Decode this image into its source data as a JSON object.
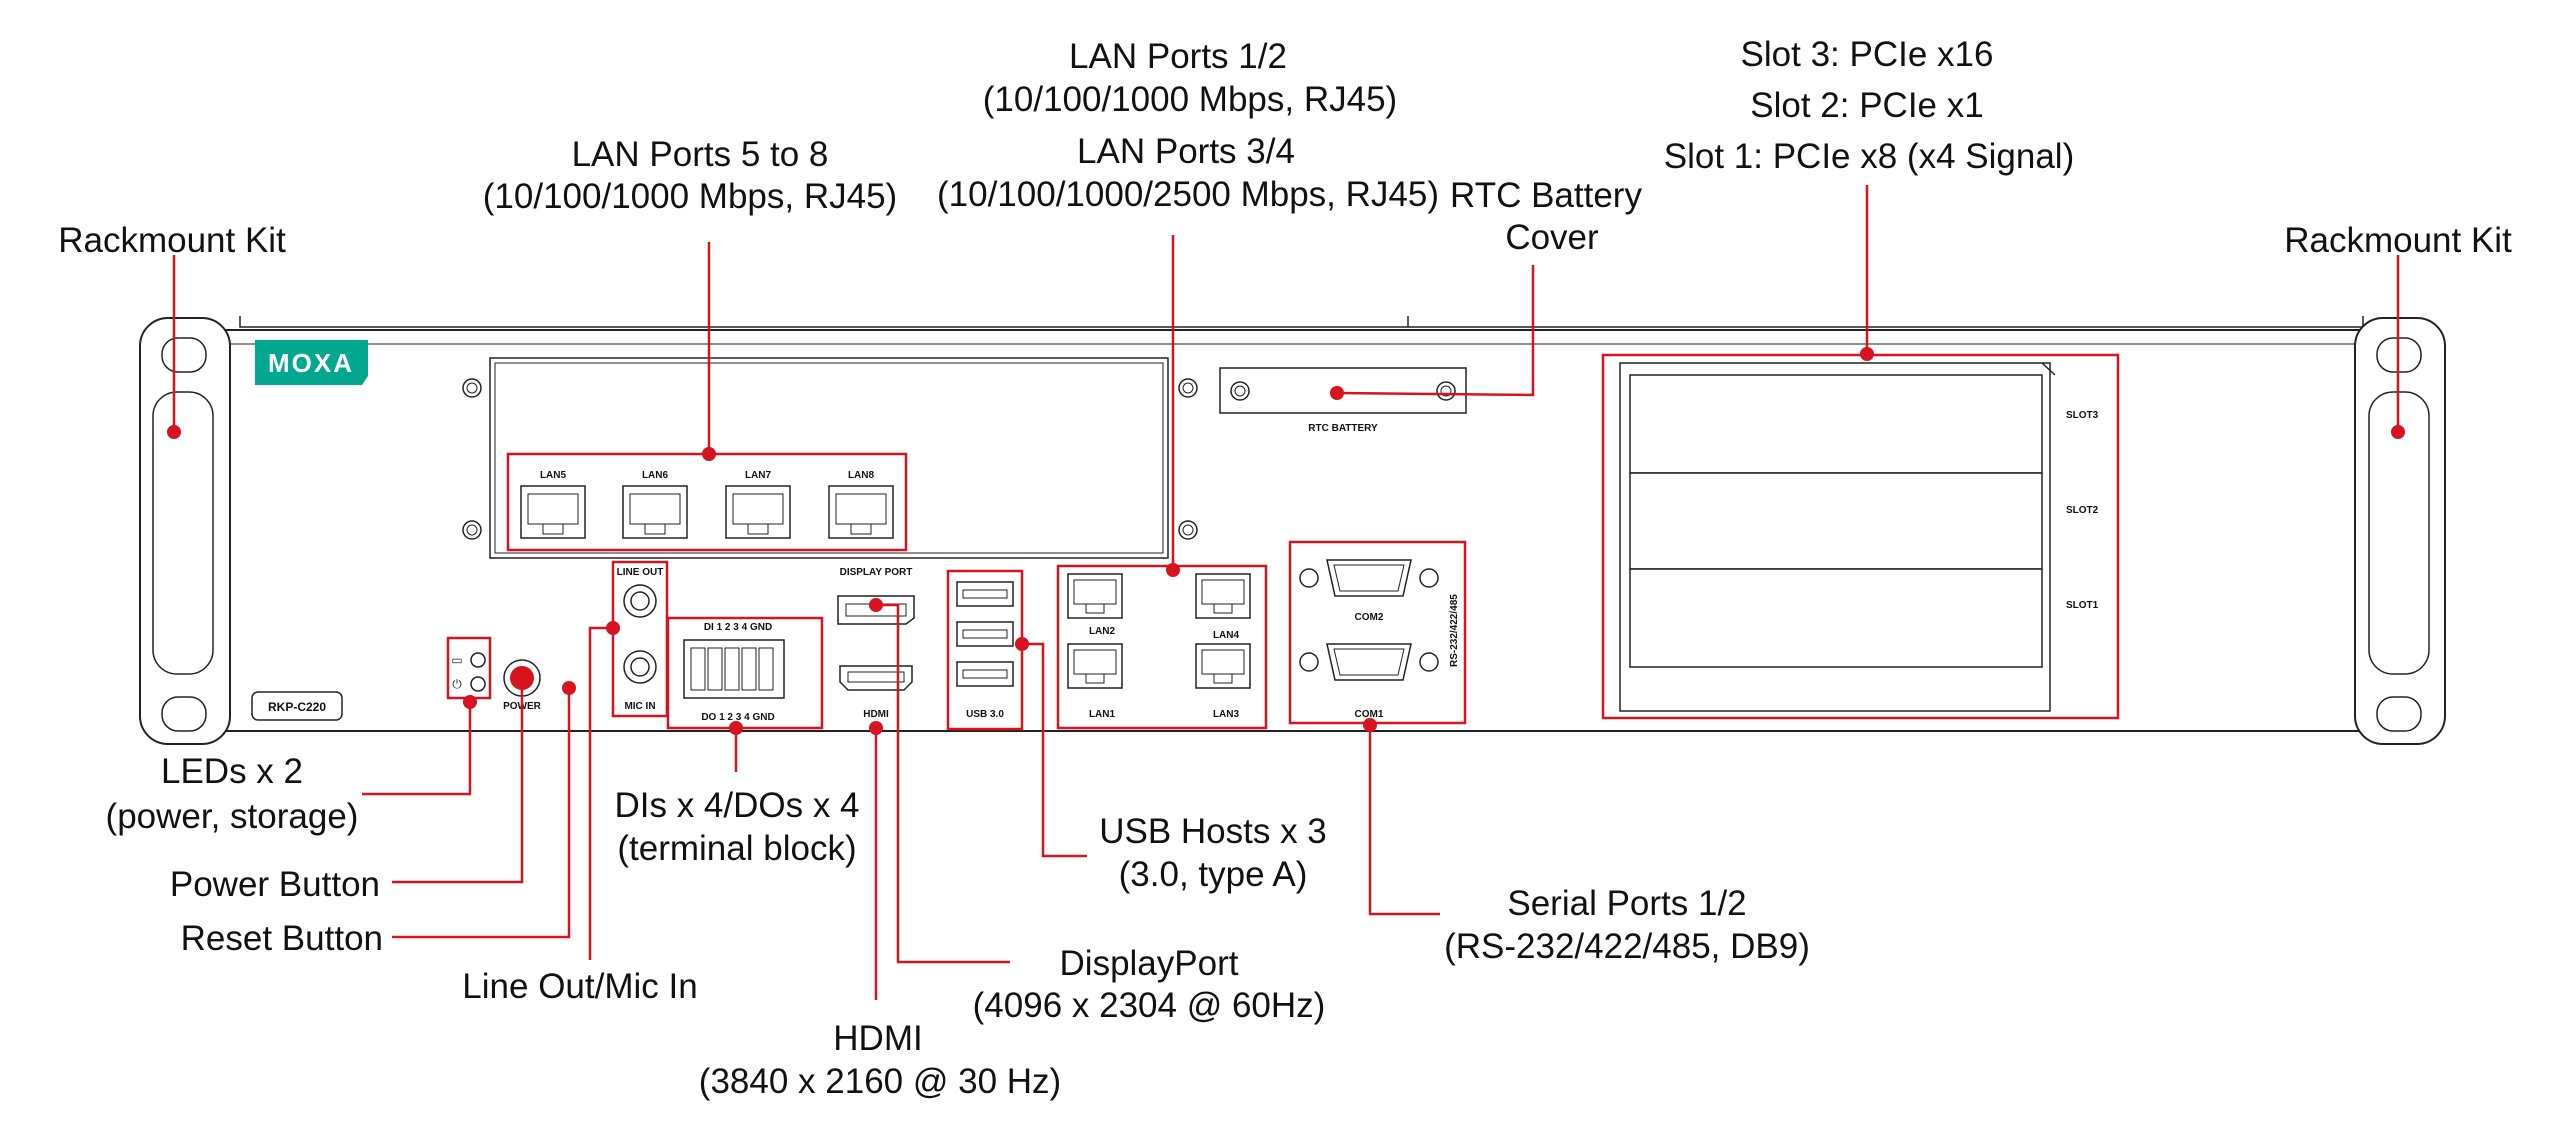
{
  "brand": {
    "logo_text": "MOXA",
    "logo_color": "#00a88f",
    "model": "RKP-C220"
  },
  "colors": {
    "callout": "#d7131f",
    "outline": "#222222"
  },
  "callouts": {
    "rackmount_left": "Rackmount Kit",
    "rackmount_right": "Rackmount Kit",
    "lan58": [
      "LAN Ports 5 to 8",
      "(10/100/1000 Mbps, RJ45)"
    ],
    "lan1234": [
      "LAN Ports 1/2",
      "(10/100/1000 Mbps, RJ45)",
      "LAN Ports 3/4",
      "(10/100/1000/2500 Mbps, RJ45)"
    ],
    "rtc": [
      "RTC Battery",
      "Cover"
    ],
    "slots": [
      "Slot 3: PCIe x16",
      "Slot 2: PCIe x1",
      "Slot 1: PCIe x8 (x4 Signal)"
    ],
    "leds": [
      "LEDs x 2",
      "(power, storage)"
    ],
    "power_button": "Power Button",
    "reset_button": "Reset Button",
    "line_out_mic": "Line Out/Mic In",
    "dio": [
      "DIs x 4/DOs x 4",
      "(terminal block)"
    ],
    "hdmi": [
      "HDMI",
      "(3840 x 2160 @ 30 Hz)"
    ],
    "displayport": [
      "DisplayPort",
      "(4096 x 2304 @ 60Hz)"
    ],
    "usb": [
      "USB Hosts x 3",
      "(3.0, type A)"
    ],
    "serial": [
      "Serial Ports 1/2",
      "(RS-232/422/485, DB9)"
    ]
  },
  "panel_labels": {
    "lan5": "LAN5",
    "lan6": "LAN6",
    "lan7": "LAN7",
    "lan8": "LAN8",
    "lan1": "LAN1",
    "lan2": "LAN2",
    "lan3": "LAN3",
    "lan4": "LAN4",
    "rtc_battery": "RTC BATTERY",
    "slot1": "SLOT1",
    "slot2": "SLOT2",
    "slot3": "SLOT3",
    "line_out": "LINE OUT",
    "mic_in": "MIC IN",
    "display_port": "DISPLAY PORT",
    "hdmi": "HDMI",
    "usb30": "USB 3.0",
    "com1": "COM1",
    "com2": "COM2",
    "rs_label": "RS-232/422/485",
    "power": "POWER",
    "di_row": "DI  1  2  3  4  GND",
    "do_row": "DO 1  2  3  4  GND"
  }
}
